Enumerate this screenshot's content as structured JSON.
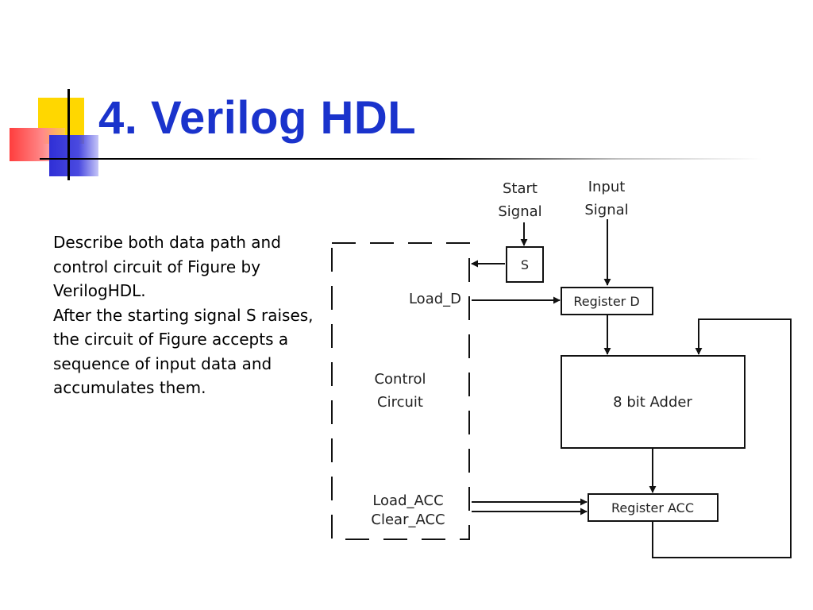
{
  "slide": {
    "title": "4. Verilog HDL",
    "body": [
      "Describe both data path and control circuit of Figure by VerilogHDL.",
      "After the starting signal S raises, the circuit of Figure accepts a sequence of input data and accumulates them."
    ]
  },
  "diagram": {
    "start_signal": [
      "Start",
      "Signal"
    ],
    "input_signal": [
      "Input",
      "Signal"
    ],
    "s_box": "S",
    "load_d": "Load_D",
    "register_d": "Register D",
    "control_circuit": [
      "Control",
      "Circuit"
    ],
    "adder": "8 bit Adder",
    "load_acc": "Load_ACC",
    "clear_acc": "Clear_ACC",
    "register_acc": "Register ACC"
  },
  "colors": {
    "title": "#1a33cc",
    "accent_yellow": "#ffd700",
    "accent_red": "#ff3d3d",
    "accent_blue": "#2f2fd6"
  }
}
